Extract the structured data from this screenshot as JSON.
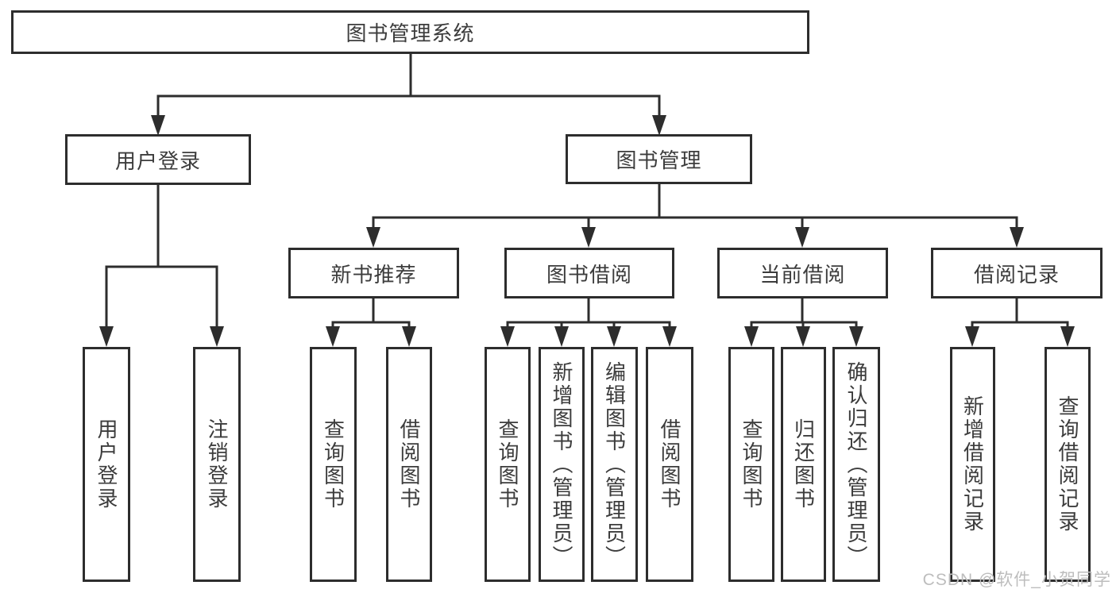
{
  "diagram": {
    "root": {
      "label": "图书管理系统"
    },
    "branches": [
      {
        "label": "用户登录",
        "children": [
          {
            "label": "用户登录"
          },
          {
            "label": "注销登录"
          }
        ]
      },
      {
        "label": "图书管理",
        "groups": [
          {
            "label": "新书推荐",
            "children": [
              {
                "label": "查询图书"
              },
              {
                "label": "借阅图书"
              }
            ]
          },
          {
            "label": "图书借阅",
            "children": [
              {
                "label": "查询图书"
              },
              {
                "label": "新增图书（管理员）"
              },
              {
                "label": "编辑图书（管理员）"
              },
              {
                "label": "借阅图书"
              }
            ]
          },
          {
            "label": "当前借阅",
            "children": [
              {
                "label": "查询图书"
              },
              {
                "label": "归还图书"
              },
              {
                "label": "确认归还（管理员）"
              }
            ]
          },
          {
            "label": "借阅记录",
            "children": [
              {
                "label": "新增借阅记录"
              },
              {
                "label": "查询借阅记录"
              }
            ]
          }
        ]
      }
    ]
  },
  "watermark": {
    "text": "CSDN @软件_小贺同学"
  },
  "colors": {
    "line": "#2d2d2d",
    "text": "#3c3c3c",
    "watermark": "#bdbdbd",
    "background": "#ffffff"
  }
}
